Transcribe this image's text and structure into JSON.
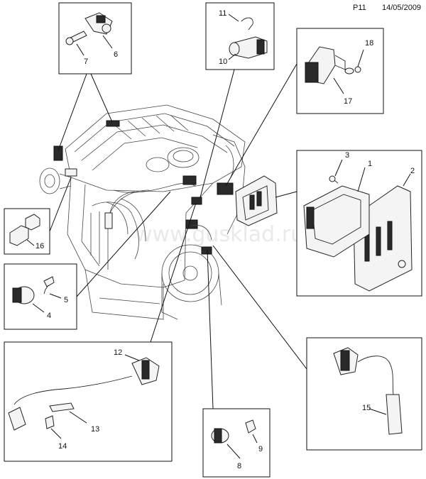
{
  "header": {
    "page_ref": "P11",
    "date": "14/05/2009"
  },
  "watermark": "www.gusklad.ru",
  "callouts": {
    "c1": "1",
    "c2": "2",
    "c3": "3",
    "c4": "4",
    "c5": "5",
    "c6": "6",
    "c7": "7",
    "c8": "8",
    "c9": "9",
    "c10": "10",
    "c11": "11",
    "c12": "12",
    "c13": "13",
    "c14": "14",
    "c15": "15",
    "c16": "16",
    "c17": "17",
    "c18": "18"
  }
}
